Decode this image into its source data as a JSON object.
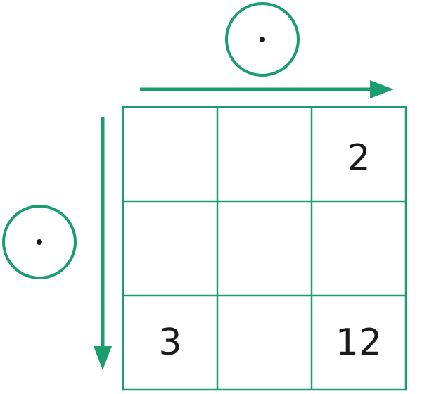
{
  "colors": {
    "accent": "#1a9e6e",
    "text": "#1a1a1a",
    "background": "#ffffff"
  },
  "grid": {
    "rows": 3,
    "cols": 3,
    "cells": [
      [
        "",
        "",
        "2"
      ],
      [
        "",
        "",
        ""
      ],
      [
        "3",
        "",
        "12"
      ]
    ]
  },
  "operators": {
    "top": "dot-operator-icon",
    "left": "dot-operator-icon"
  },
  "arrows": {
    "top": "right-arrow-icon",
    "left": "down-arrow-icon"
  }
}
